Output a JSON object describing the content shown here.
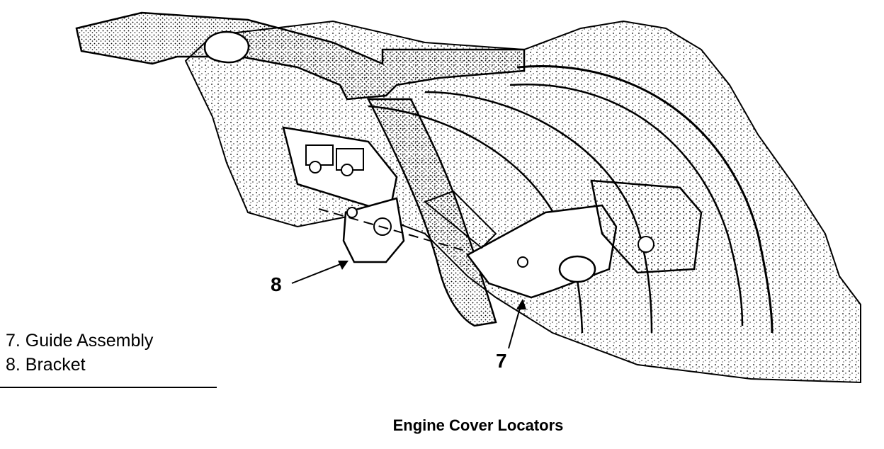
{
  "caption": "Engine Cover Locators",
  "callouts": [
    {
      "id": "7",
      "label": "7"
    },
    {
      "id": "8",
      "label": "8"
    }
  ],
  "legend": [
    {
      "text": "7.  Guide Assembly"
    },
    {
      "text": "8.  Bracket"
    }
  ],
  "colors": {
    "ink": "#000000",
    "paper": "#ffffff"
  }
}
